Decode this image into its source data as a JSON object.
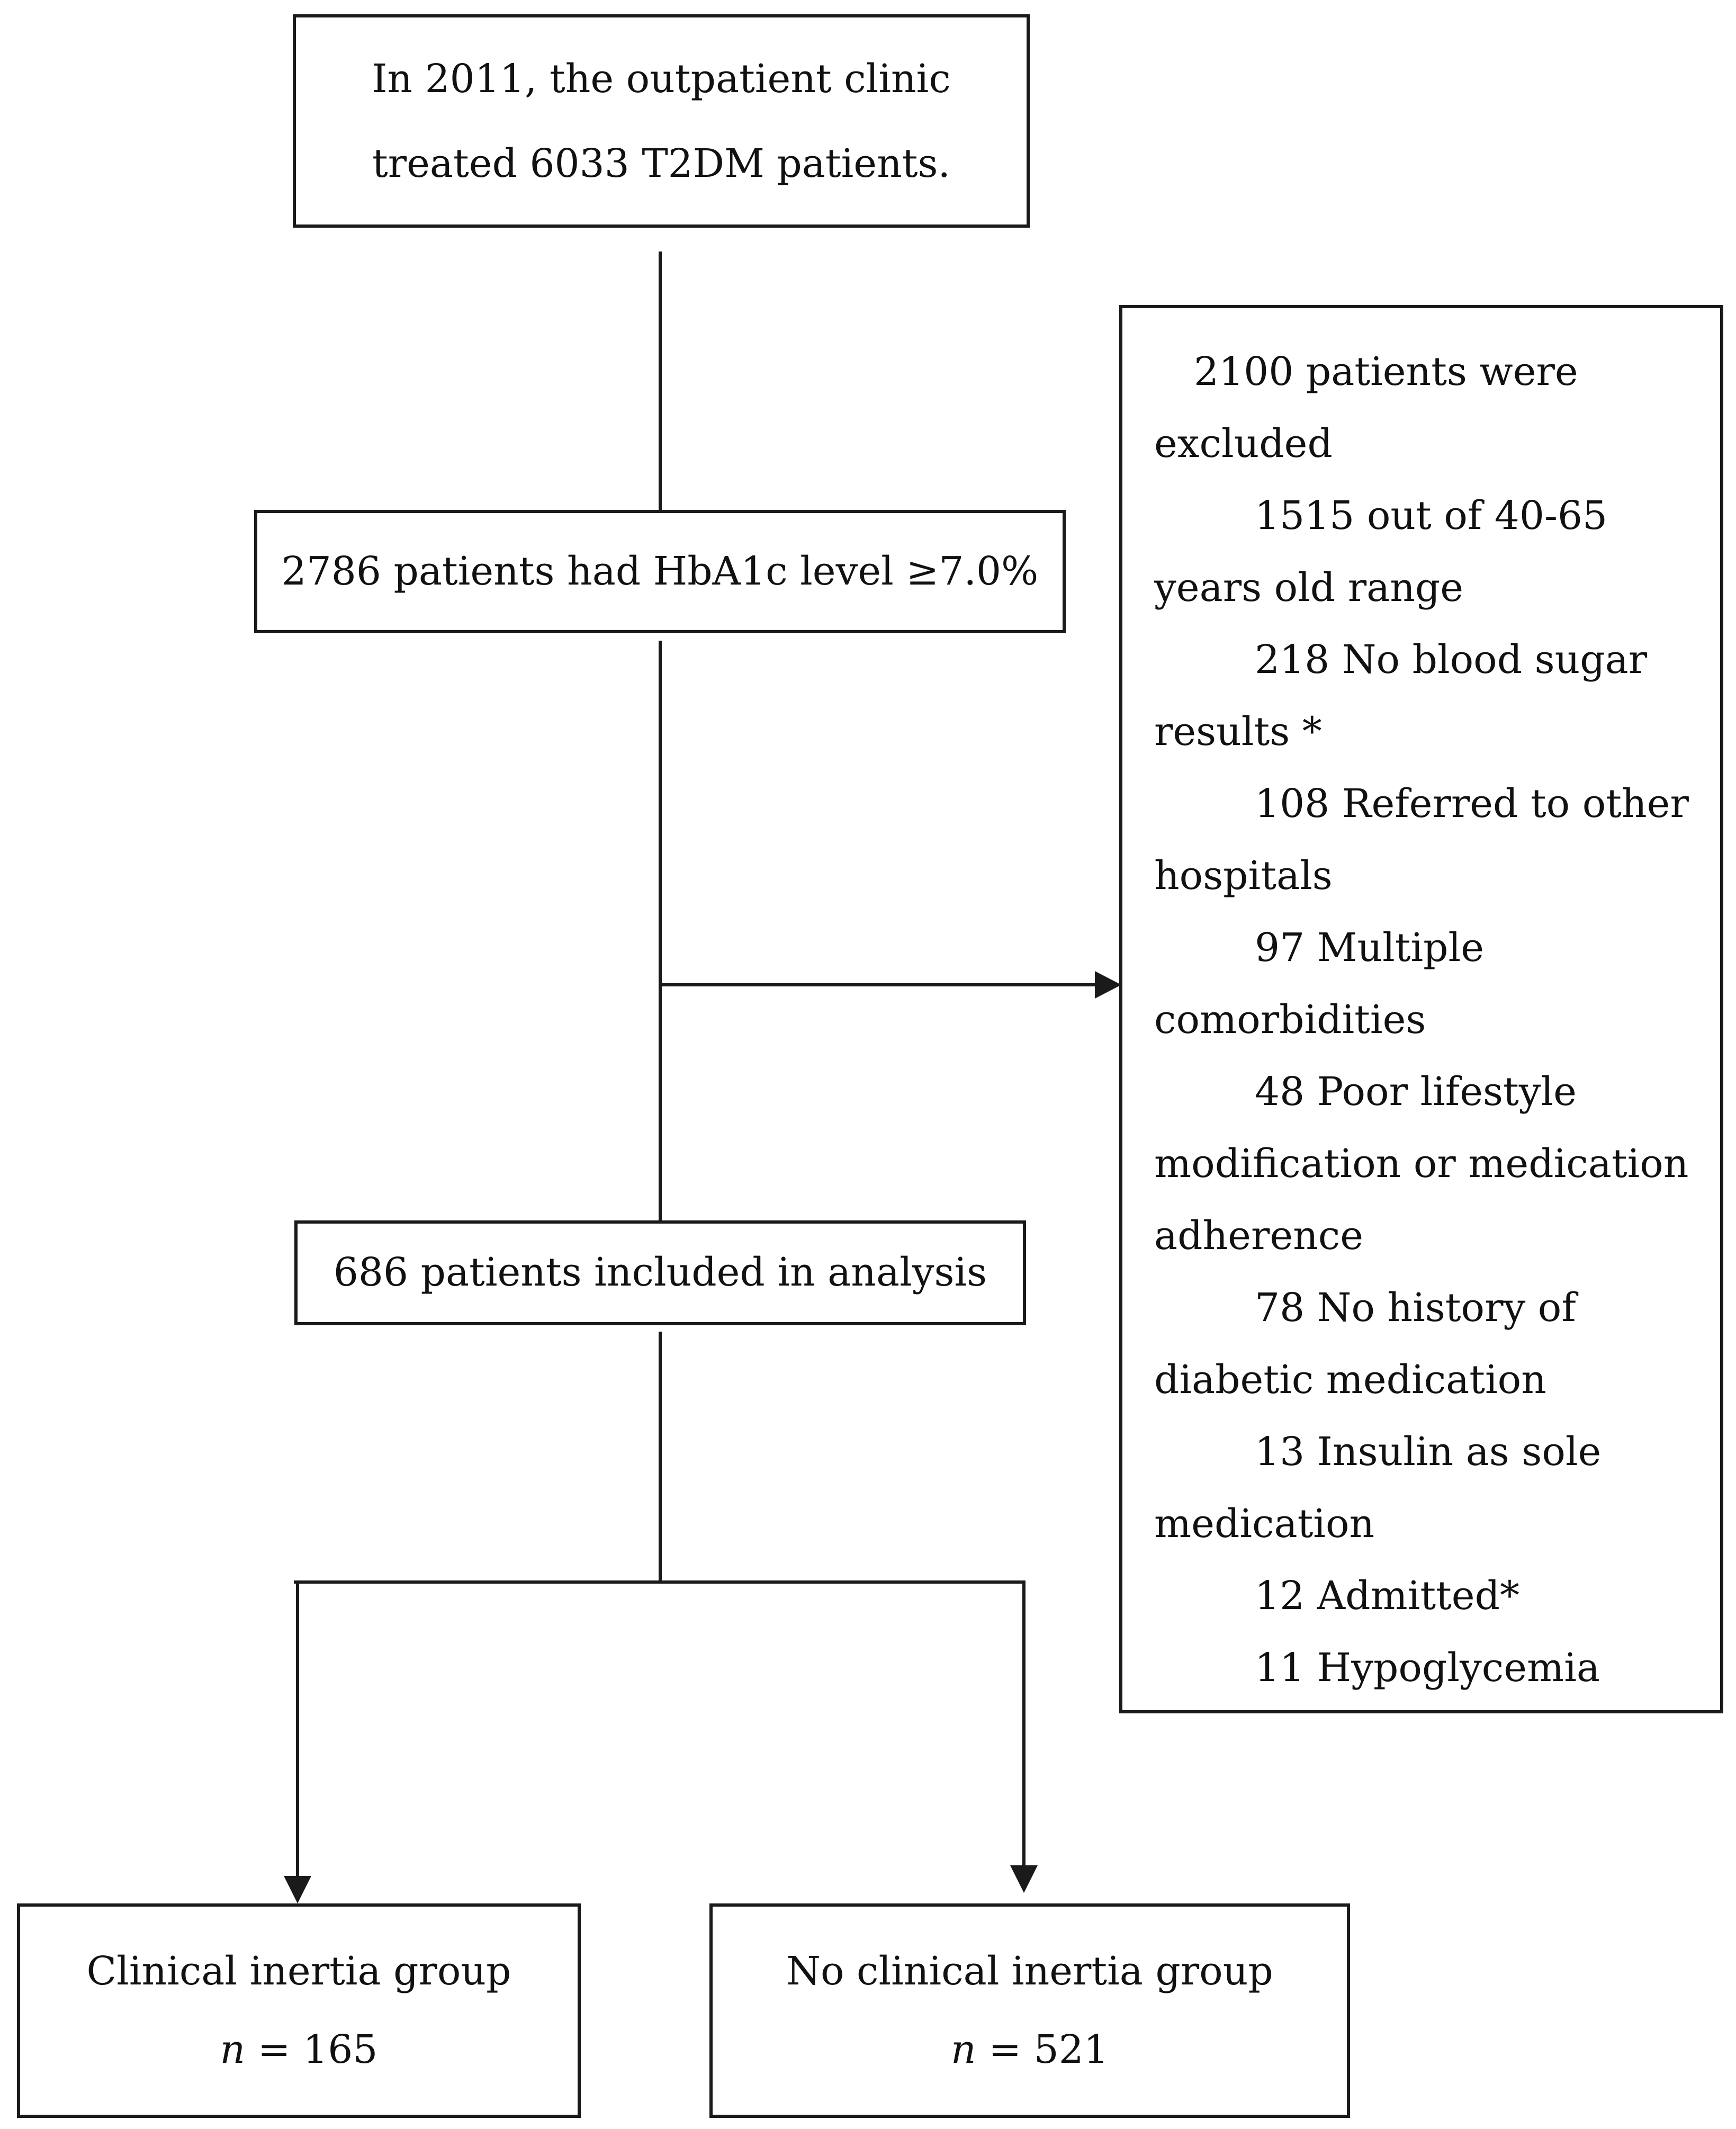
{
  "diagram": {
    "start_box": {
      "line1": "In 2011, the outpatient clinic",
      "line2": "treated 6033 T2DM patients."
    },
    "hba1c_box": {
      "text": "2786 patients had HbA1c level ≥7.0%"
    },
    "included_box": {
      "text": "686 patients included in analysis"
    },
    "excluded_box": {
      "lines": [
        "2100 patients were",
        "excluded",
        "1515 out of 40-65",
        "years old range",
        "218 No blood sugar",
        "results *",
        "108 Referred to other",
        "hospitals",
        "97 Multiple",
        "comorbidities",
        "48 Poor lifestyle",
        "modification or medication",
        "adherence",
        "78 No history of",
        "diabetic medication",
        "13 Insulin as sole",
        "medication",
        "12 Admitted*",
        "11 Hypoglycemia"
      ]
    },
    "inertia_box": {
      "title": "Clinical inertia group",
      "n_label": "n",
      "n_value": "= 165"
    },
    "no_inertia_box": {
      "title": "No clinical inertia group",
      "n_label": "n",
      "n_value": "= 521"
    },
    "colors": {
      "line": "#1a1a1a",
      "text": "#111111",
      "background": "#ffffff"
    }
  }
}
